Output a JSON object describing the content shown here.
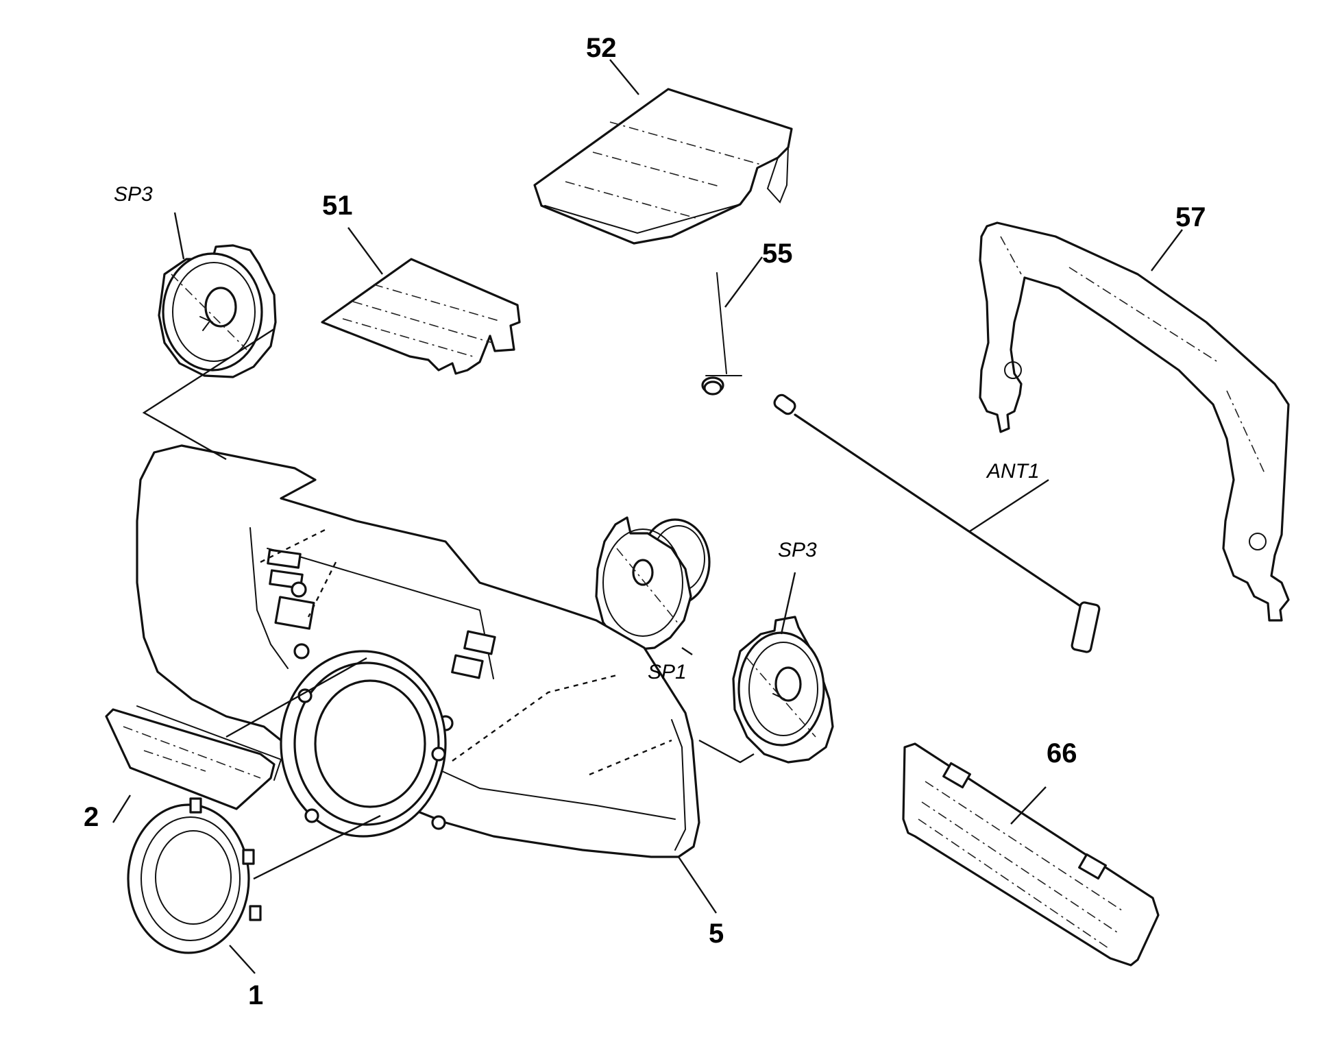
{
  "diagram": {
    "colors": {
      "line": "#111111",
      "background": "#ffffff"
    },
    "labels": {
      "part_1": "1",
      "part_2": "2",
      "part_5": "5",
      "part_51": "51",
      "part_52": "52",
      "part_55": "55",
      "part_57": "57",
      "part_66": "66",
      "sp3_left": "SP3",
      "sp3_right": "SP3",
      "sp1": "SP1",
      "ant1": "ANT1"
    }
  }
}
